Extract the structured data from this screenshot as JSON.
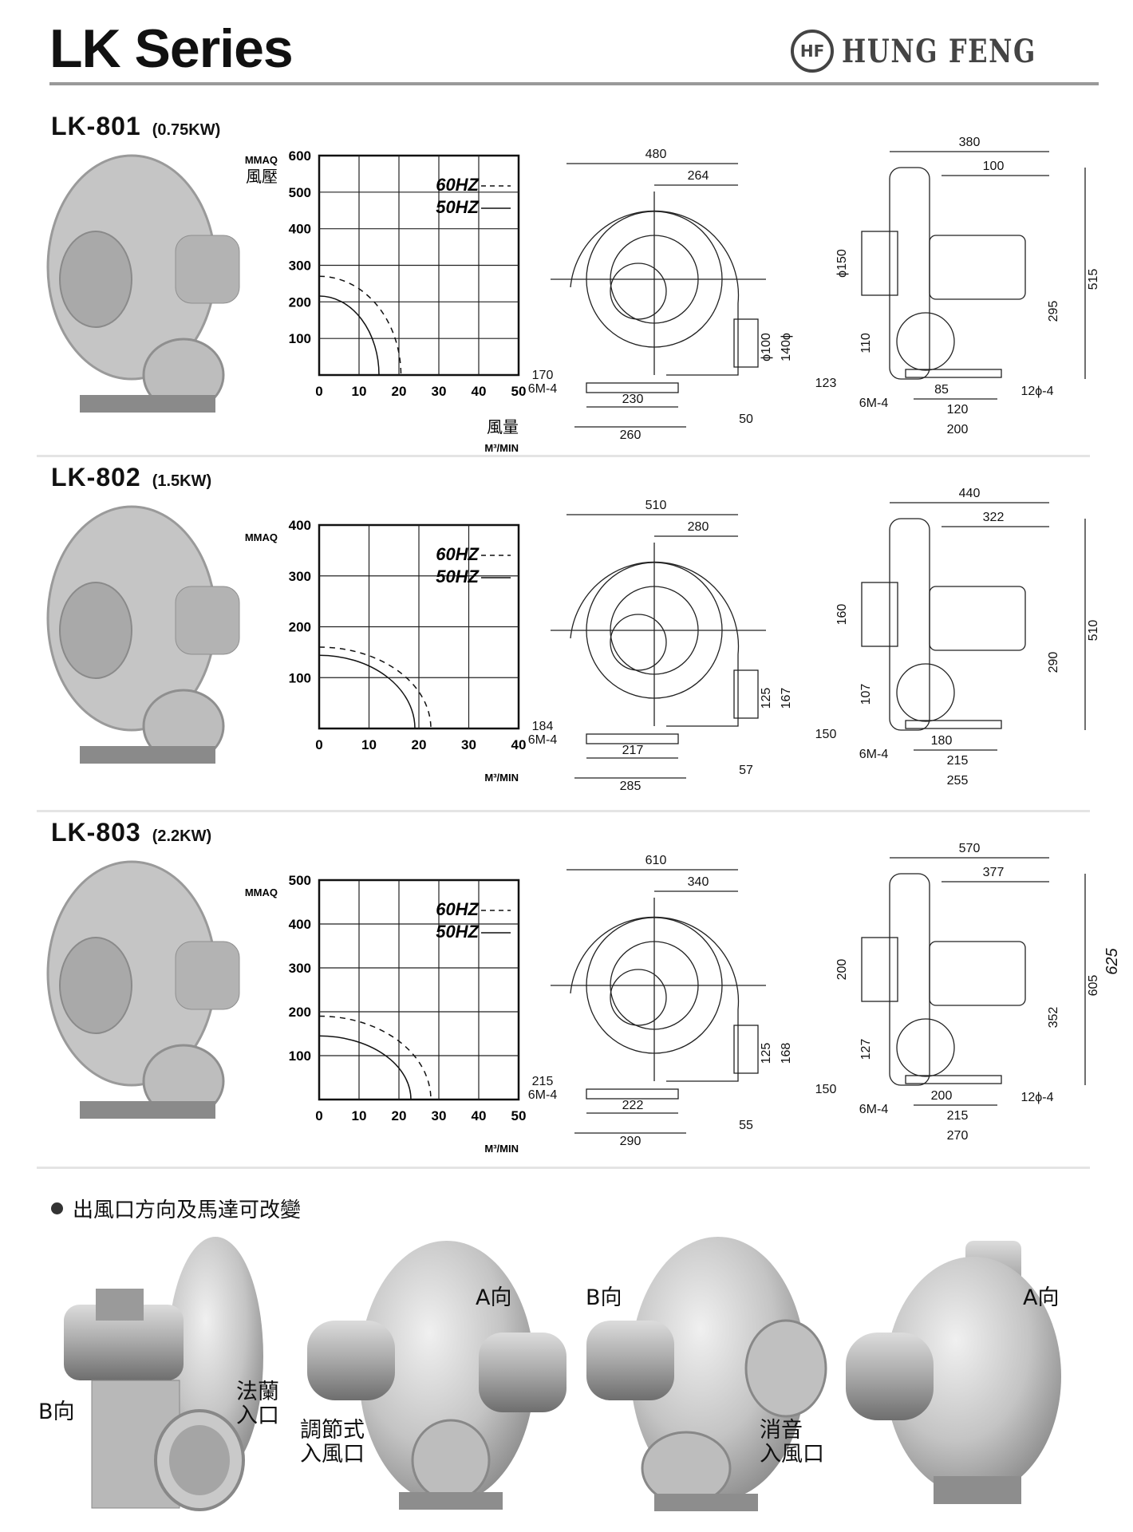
{
  "header": {
    "title": "LK Series",
    "brand_badge": "HF",
    "brand_name": "HUNG FENG"
  },
  "models": [
    {
      "name": "LK-801",
      "power": "(0.75KW)",
      "chart": {
        "y_unit": "MMAQ",
        "y_label_cn": "風壓",
        "y_ticks": [
          "600",
          "500",
          "400",
          "300",
          "200",
          "100"
        ],
        "x_ticks": [
          "0",
          "10",
          "20",
          "30",
          "40",
          "50"
        ],
        "x_label_cn": "風量",
        "x_unit": "M³/MIN",
        "legend_60": "60HZ",
        "legend_50": "50HZ"
      },
      "dims_front": {
        "w_total": "480",
        "w_half": "264",
        "hole": "170",
        "bolt": "6M-4",
        "base_in": "230",
        "base_out": "260",
        "duct_w": "50",
        "dia1": "ϕ100",
        "dia2": "140ϕ"
      },
      "dims_side": {
        "w_total": "380",
        "w_a": "100",
        "dia": "ϕ150",
        "h_total": "515",
        "h_center": "295",
        "h_low": "110",
        "bolt": "6M-4",
        "inlet": "123",
        "b1": "85",
        "b2": "120",
        "b3": "200",
        "holes": "12ϕ-4"
      }
    },
    {
      "name": "LK-802",
      "power": "(1.5KW)",
      "chart": {
        "y_unit": "MMAQ",
        "y_ticks": [
          "400",
          "300",
          "200",
          "100"
        ],
        "x_ticks": [
          "0",
          "10",
          "20",
          "30",
          "40"
        ],
        "x_unit": "M³/MIN",
        "legend_60": "60HZ",
        "legend_50": "50HZ"
      },
      "dims_front": {
        "w_total": "510",
        "w_half": "280",
        "hole": "184",
        "bolt": "6M-4",
        "base_in": "217",
        "base_out": "285",
        "duct_w": "57",
        "dia1": "125",
        "dia2": "167"
      },
      "dims_side": {
        "w_total": "440",
        "w_a": "322",
        "dia": "160",
        "h_total": "510",
        "h_center": "290",
        "h_low": "107",
        "inlet": "150",
        "bolt": "6M-4",
        "b1": "180",
        "b2": "215",
        "b3": "255"
      }
    },
    {
      "name": "LK-803",
      "power": "(2.2KW)",
      "chart": {
        "y_unit": "MMAQ",
        "y_ticks": [
          "500",
          "400",
          "300",
          "200",
          "100"
        ],
        "x_ticks": [
          "0",
          "10",
          "20",
          "30",
          "40",
          "50"
        ],
        "x_unit": "M³/MIN",
        "legend_60": "60HZ",
        "legend_50": "50HZ"
      },
      "dims_front": {
        "w_total": "610",
        "w_half": "340",
        "hole": "215",
        "bolt": "6M-4",
        "base_in": "222",
        "base_out": "290",
        "duct_w": "55",
        "dia1": "125",
        "dia2": "168"
      },
      "dims_side": {
        "w_total": "570",
        "w_a": "377",
        "dia": "200",
        "h_total": "605",
        "h_note": "625",
        "h_center": "352",
        "h_low": "127",
        "inlet": "150",
        "bolt": "6M-4",
        "b1": "200",
        "b2": "215",
        "b3": "270",
        "holes": "12ϕ-4"
      }
    }
  ],
  "feature_text": "出風口方向及馬達可改變",
  "photo_labels": {
    "p1_dir": "B向",
    "p1_flange": "法蘭\n入口",
    "p2_adjust": "調節式\n入風口",
    "p2_dir": "A向",
    "p3_dir": "B向",
    "p3_silencer": "消音\n入風口",
    "p4_dir": "A向"
  }
}
